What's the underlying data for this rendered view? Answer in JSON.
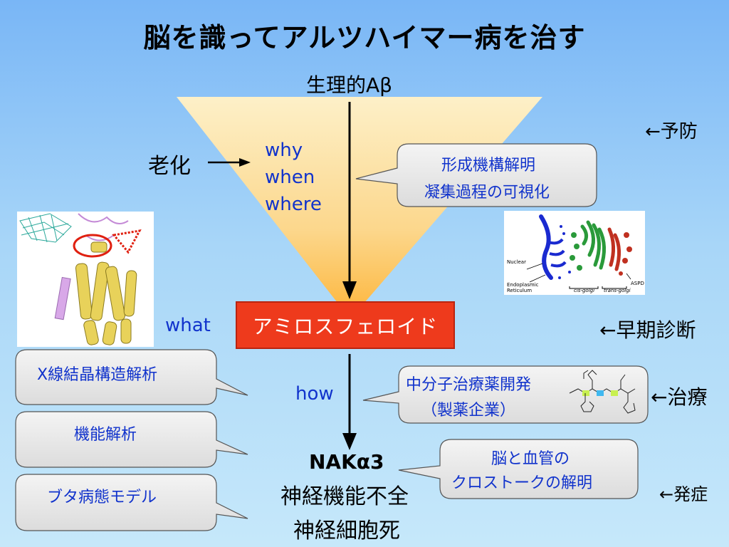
{
  "title": "脳を識ってアルツハイマー病を治す",
  "top_label": "生理的Aβ",
  "aging_label": "老化",
  "questions": [
    "why",
    "when",
    "where"
  ],
  "what_label": "what",
  "how_label": "how",
  "center_box": "アミロスフェロイド",
  "nak_label": "NAKα3",
  "neuro_dysfunction": "神経機能不全",
  "neuron_death": "神経細胞死",
  "callouts": {
    "mechanism": [
      "形成機構解明",
      "凝集過程の可視化"
    ],
    "xray": "X線結晶構造解析",
    "function": "機能解析",
    "pig": "ブタ病態モデル",
    "drug": [
      "中分子治療薬開発",
      "（製薬企業）"
    ],
    "crosstalk": [
      "脳と血管の",
      "クロストークの解明"
    ]
  },
  "right_labels": {
    "prevention": "←予防",
    "diagnosis": "←早期診断",
    "treatment": "←治療",
    "onset": "←発症"
  },
  "cell_diagram_labels": {
    "nuclear": "Nuclear",
    "er": "Endoplasmic Reticulum",
    "cis": "cis-golgi",
    "trans": "trans-golgi",
    "aspd": "ASPD"
  },
  "colors": {
    "title": "#000000",
    "blue_text": "#1133cc",
    "center_box": "#ee3a1c",
    "funnel_top": "#fbe3ae",
    "funnel_bottom": "#fdb53a"
  }
}
